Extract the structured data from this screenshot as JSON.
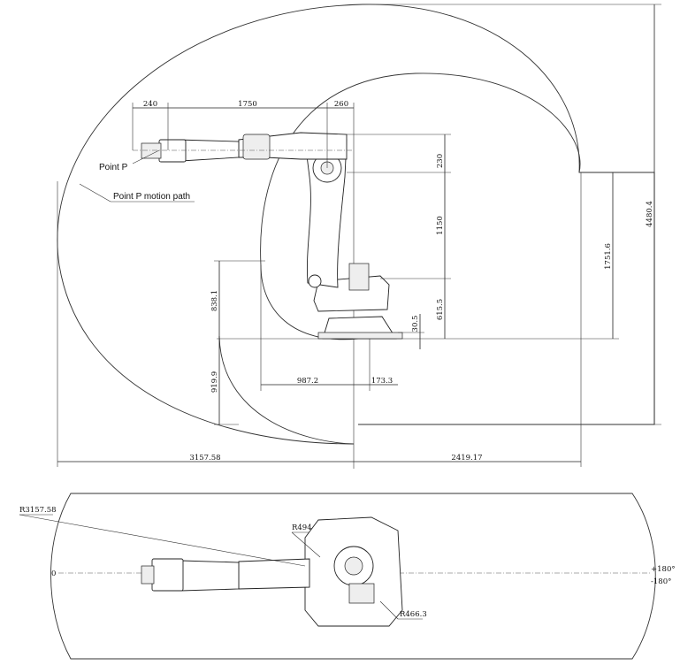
{
  "side_view": {
    "labels": {
      "point_p": "Point P",
      "point_p_path": "Point P motion path"
    },
    "dims": {
      "d240": "240",
      "d1750": "1750",
      "d260": "260",
      "d230": "230",
      "d1150": "1150",
      "d615": "615.5",
      "d30": "30.5",
      "d838": "838.1",
      "d919": "919.9",
      "d987": "987.2",
      "d173": "173.3",
      "d1751": "1751.6",
      "d4480": "4480.4",
      "d3157": "3157.58",
      "d2419": "2419.17"
    }
  },
  "top_view": {
    "dims": {
      "r3157": "R3157.58",
      "r494": "R494",
      "r466": "R466.3",
      "zero": "0",
      "plus180": "+180°",
      "minus180": "-180°"
    }
  }
}
